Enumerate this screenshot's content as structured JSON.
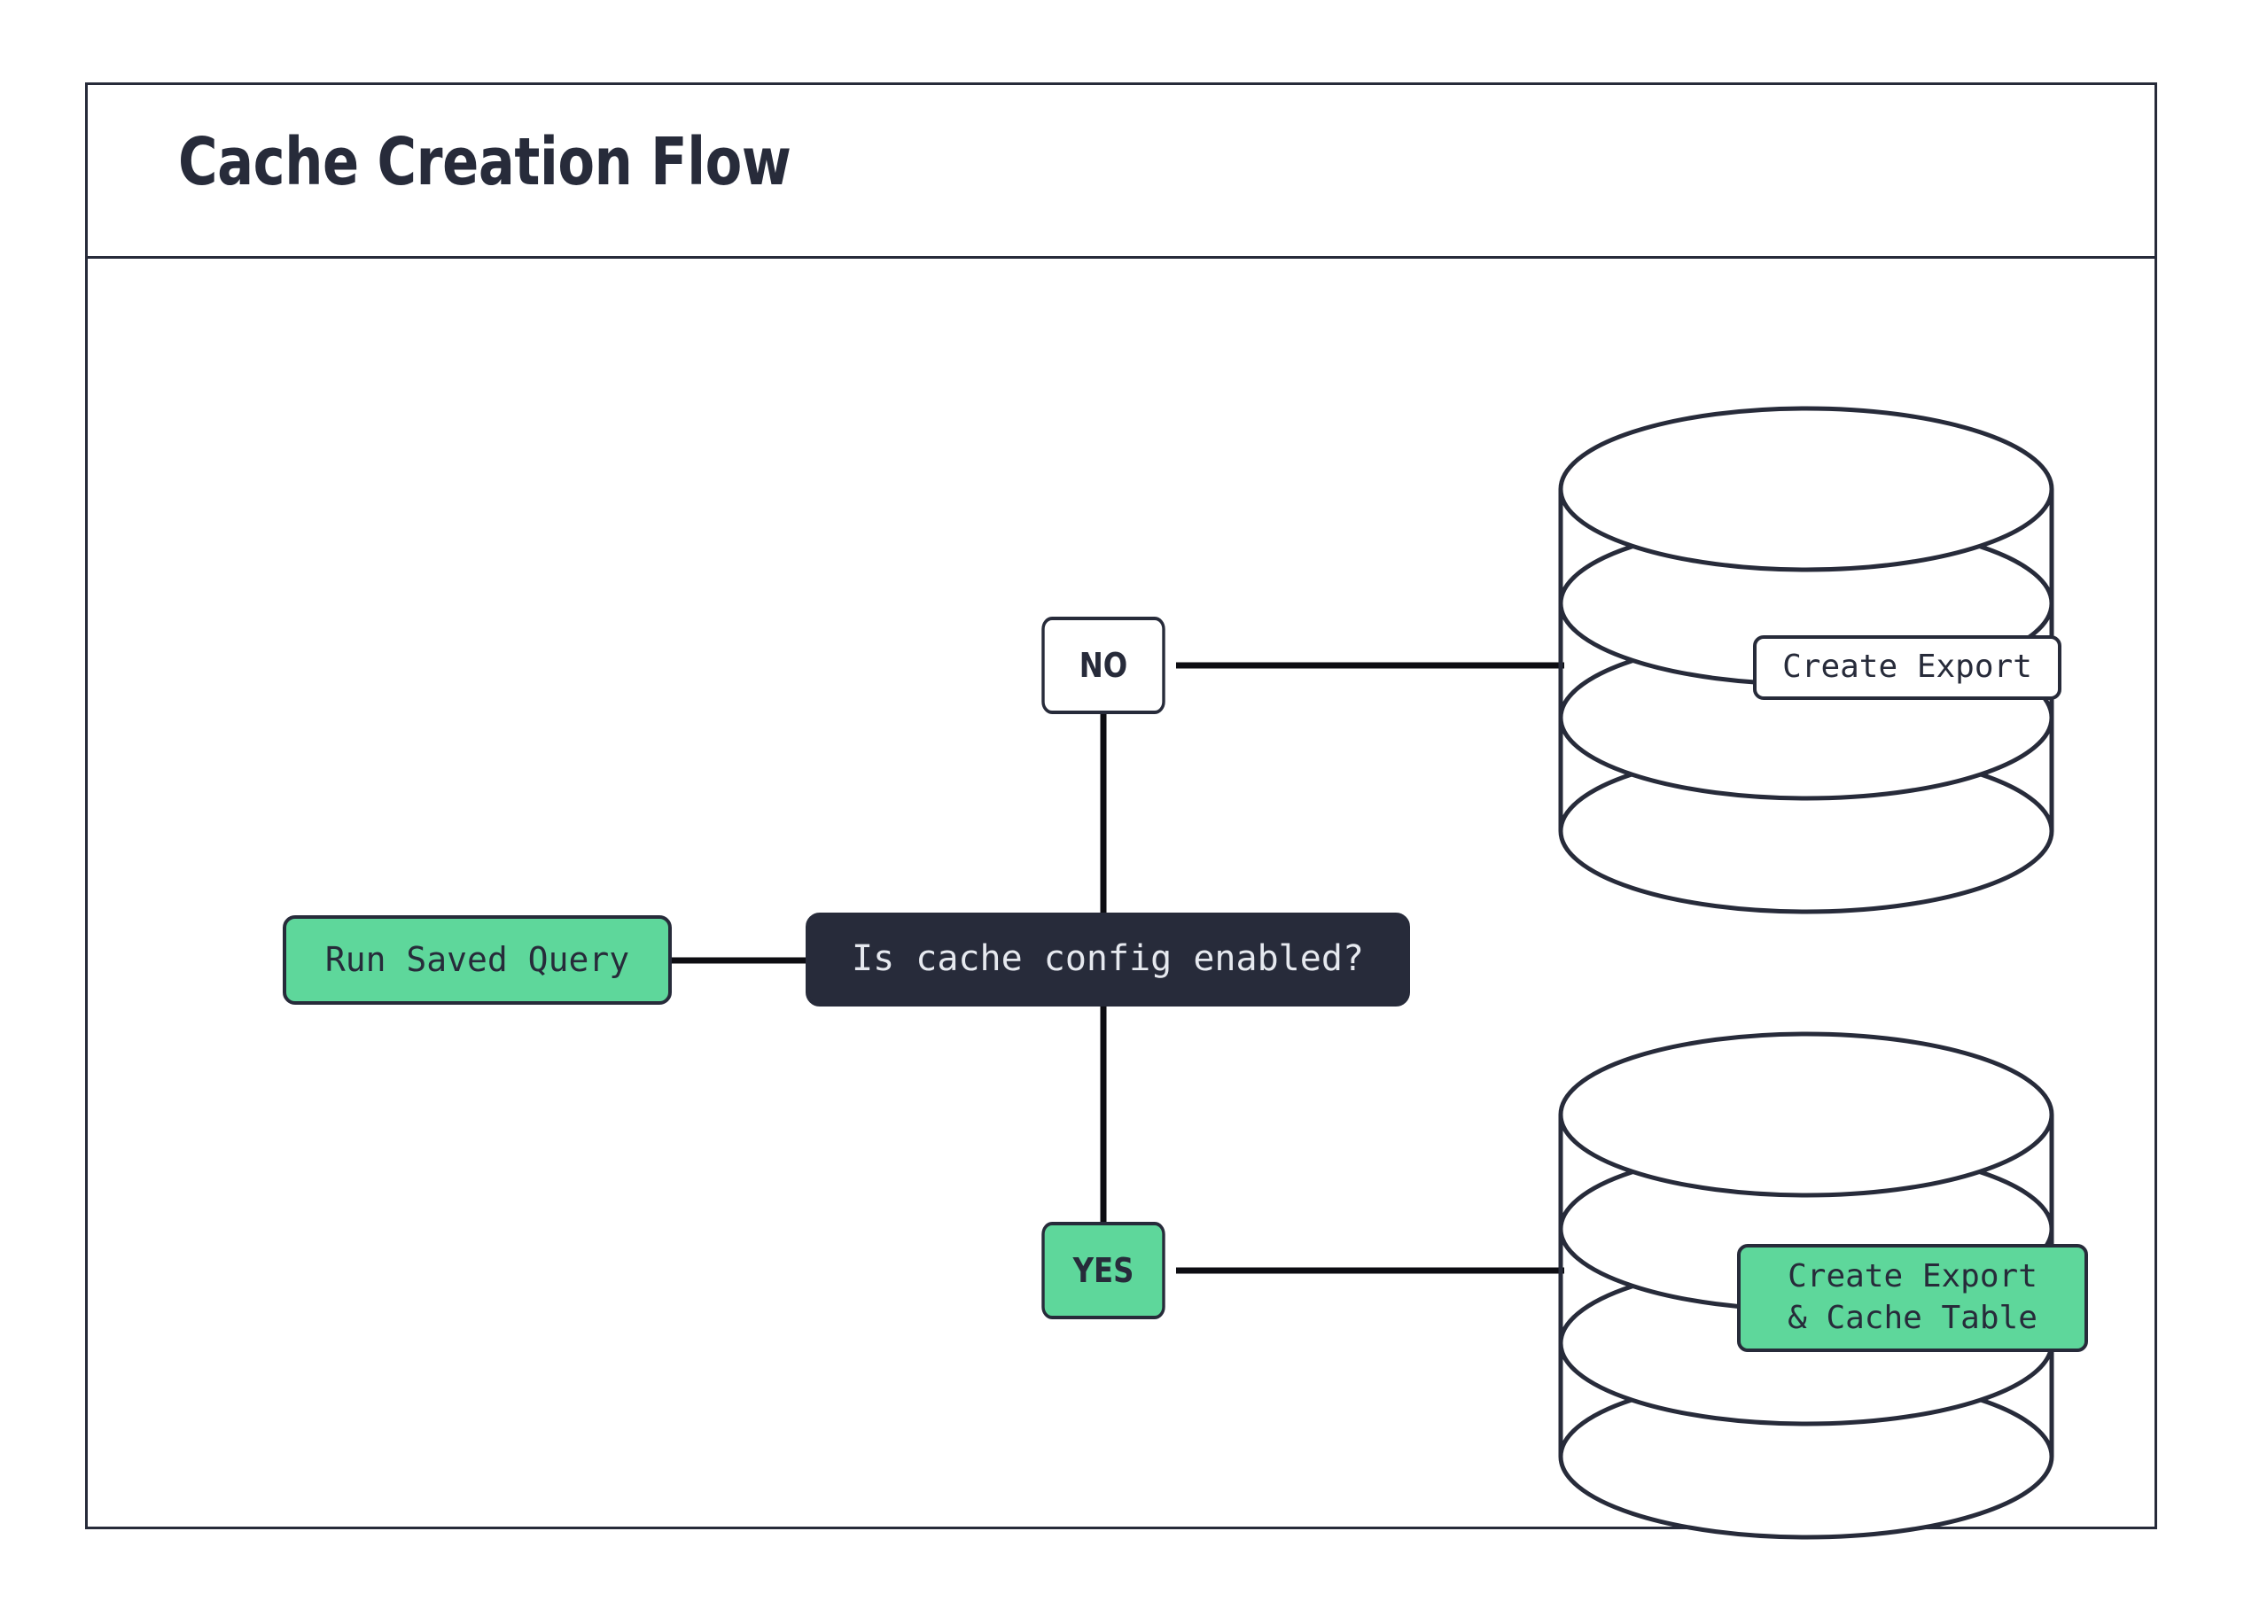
{
  "diagram": {
    "title": "Cache Creation Flow",
    "accent_green": "#5ed79b",
    "ink": "#272b3a",
    "background": "#ffffff"
  },
  "nodes": {
    "run_saved_query": "Run Saved Query",
    "decision": "Is cache config enabled?",
    "branch_no": "NO",
    "branch_yes": "YES",
    "create_export": "Create Export",
    "create_export_cache_table": "Create Export\n& Cache Table"
  },
  "shapes": {
    "database_top": "database-cylinder",
    "database_bottom": "database-cylinder"
  }
}
